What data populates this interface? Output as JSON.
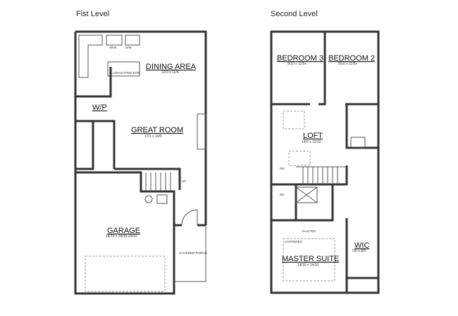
{
  "levels": [
    {
      "title": "Fist Level",
      "rooms": [
        {
          "name": "DINING AREA",
          "size": "12/3 x 11/6"
        },
        {
          "name": "GREAT ROOM",
          "size": "17/1 x 14/5"
        },
        {
          "name": "GARAGE",
          "size": "18/10 x 19/10-23/10"
        },
        {
          "name": "W/P",
          "size": ""
        }
      ],
      "labels": {
        "sink": "SINK",
        "dw": "D/W",
        "eating_bar": "FLUSH EATING BAR",
        "up": "UP",
        "porch": "COVERED PORCH"
      }
    },
    {
      "title": "Second Level",
      "rooms": [
        {
          "name": "BEDROOM 3",
          "size": "9/10 x 11/6+"
        },
        {
          "name": "BEDROOM 2",
          "size": "9/10 x 11/6+"
        },
        {
          "name": "LOFT",
          "size": "14/2 x 12/10"
        },
        {
          "name": "MASTER SUITE",
          "size": "14/10 x 14/10"
        },
        {
          "name": "WIC",
          "size": "5/6 x 8/9"
        }
      ],
      "labels": {
        "dn": "DN",
        "dn2": "DN",
        "vaulted": "VAULTED",
        "coffered": "COFFERED"
      }
    }
  ]
}
